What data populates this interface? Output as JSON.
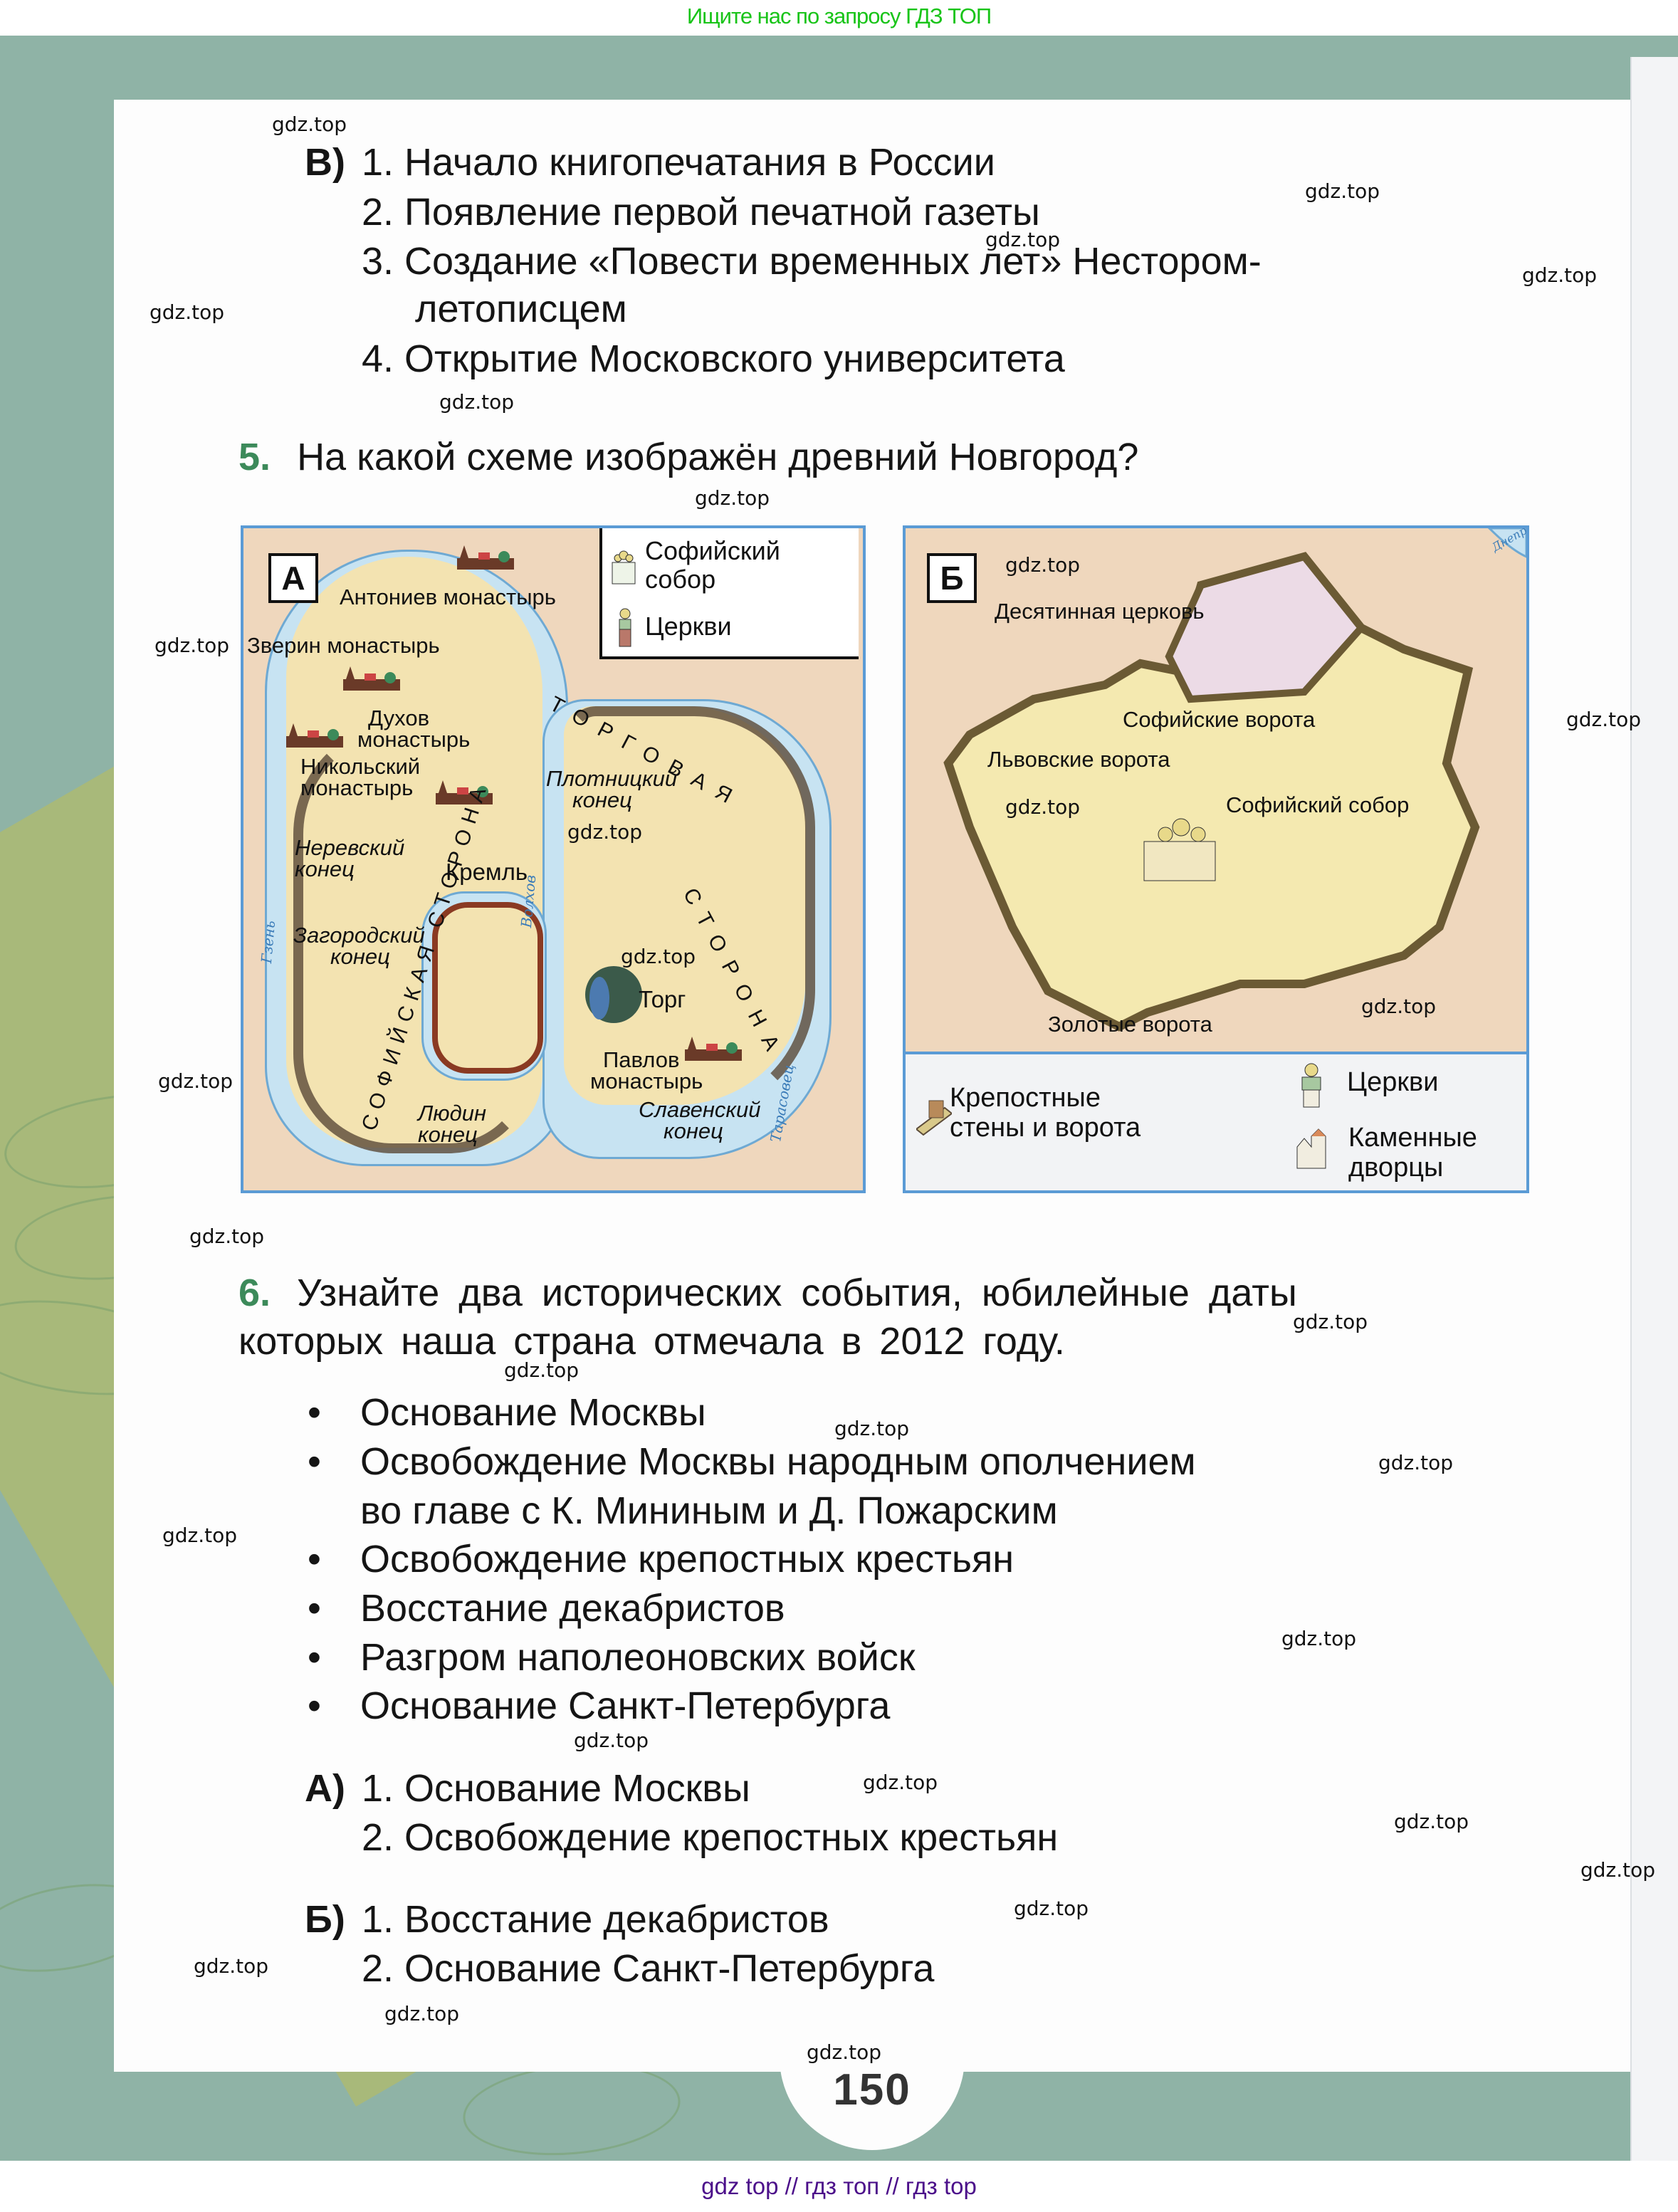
{
  "top_banner": {
    "text": "Ищите нас по запросу ГДЗ ТОП"
  },
  "bottom_banner": {
    "text": "gdz top  //  гдз топ  //  гдз top"
  },
  "page_number": "150",
  "watermark": "gdz.top",
  "section_v": {
    "label": "В)",
    "items": [
      "1. Начало книгопечатания в России",
      "2. Появление первой печатной газеты",
      "3. Создание «Повести временных лет» Нестором-",
      "летописцем",
      "4. Открытие Московского университета"
    ]
  },
  "task5": {
    "number": "5.",
    "question": "На какой схеме изображён древний Новгород?",
    "map_a": {
      "letter": "А",
      "legend": {
        "sofia": "Софийский собор",
        "sofia_line1": "Софийский",
        "sofia_line2": "собор",
        "churches": "Церкви"
      },
      "labels": {
        "antoniev": "Антониев монастырь",
        "zverin": "Зверин монастырь",
        "dukhov1": "Духов",
        "dukhov2": "монастырь",
        "nikolsky1": "Никольский",
        "nikolsky2": "монастырь",
        "nerevsky1": "Неревский",
        "nerevsky2": "конец",
        "kremlin": "Кремль",
        "zagorodsky1": "Загородский",
        "zagorodsky2": "конец",
        "plotnitsky1": "Плотницкий",
        "plotnitsky2": "конец",
        "torg": "Торг",
        "pavlov1": "Павлов",
        "pavlov2": "монастырь",
        "slavensky1": "Славенский",
        "slavensky2": "конец",
        "lyudin1": "Людин",
        "lyudin2": "конец",
        "torgovaya": "ТОРГОВАЯ",
        "storona": "СТОРОНА",
        "sofiyskaya_storona": "СОФИЙСКАЯ СТОРОНА",
        "volkhov": "Волхов",
        "gzen": "Гзень",
        "tarasovets": "Тарасовец"
      }
    },
    "map_b": {
      "letter": "Б",
      "labels": {
        "desyatinnaya": "Десятинная церковь",
        "sofiyskie_vorota": "Софийские ворота",
        "lvovskie_vorota": "Львовские ворота",
        "sofiysky_sobor": "Софийский собор",
        "zolotye_vorota": "Золотые ворота",
        "dnepr": "Днепр"
      },
      "legend": {
        "walls1": "Крепостные",
        "walls2": "стены и ворота",
        "churches": "Церкви",
        "palaces1": "Каменные",
        "palaces2": "дворцы"
      }
    }
  },
  "task6": {
    "number": "6.",
    "line1": "Узнайте два исторических события, юбилейные даты",
    "line2": "которых наша страна отмечала в 2012 году.",
    "bullets": [
      "Основание Москвы",
      "Освобождение Москвы народным ополчением",
      "во главе с К. Мининым и Д. Пожарским",
      "Освобождение крепостных крестьян",
      "Восстание декабристов",
      "Разгром наполеоновских войск",
      "Основание Санкт-Петербурга"
    ],
    "answer_a": {
      "label": "А)",
      "items": [
        "1. Основание Москвы",
        "2. Освобождение крепостных крестьян"
      ]
    },
    "answer_b": {
      "label": "Б)",
      "items": [
        "1. Восстание декабристов",
        "2. Основание Санкт-Петербурга"
      ]
    }
  },
  "colors": {
    "accent_green": "#3c8a5a",
    "map_border": "#5b9bd5",
    "banner_green": "#19c419",
    "banner_purple": "#4b0f8a"
  }
}
